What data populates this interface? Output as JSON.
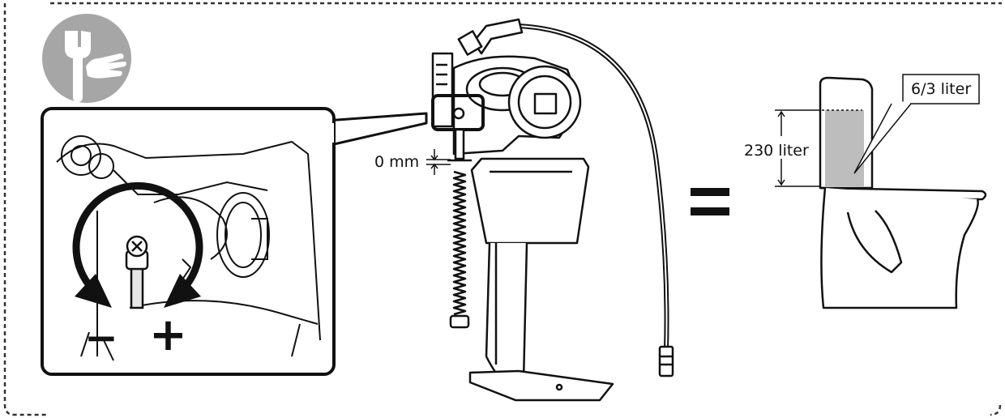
{
  "labels": {
    "gap": "0 mm",
    "tank_volume": "230 liter",
    "flush_volume": "6/3 liter",
    "decrease_symbol": "−",
    "increase_symbol": "+"
  },
  "icons": {
    "tool_badge": "wrench-hand-icon",
    "equals": "equals-icon",
    "rotate_arrows": "rotate-arrows-icon"
  },
  "colors": {
    "line": "#111111",
    "badge_fill": "#a6a6a6",
    "tank_fill": "#bdbdbd",
    "border": "#333333"
  }
}
